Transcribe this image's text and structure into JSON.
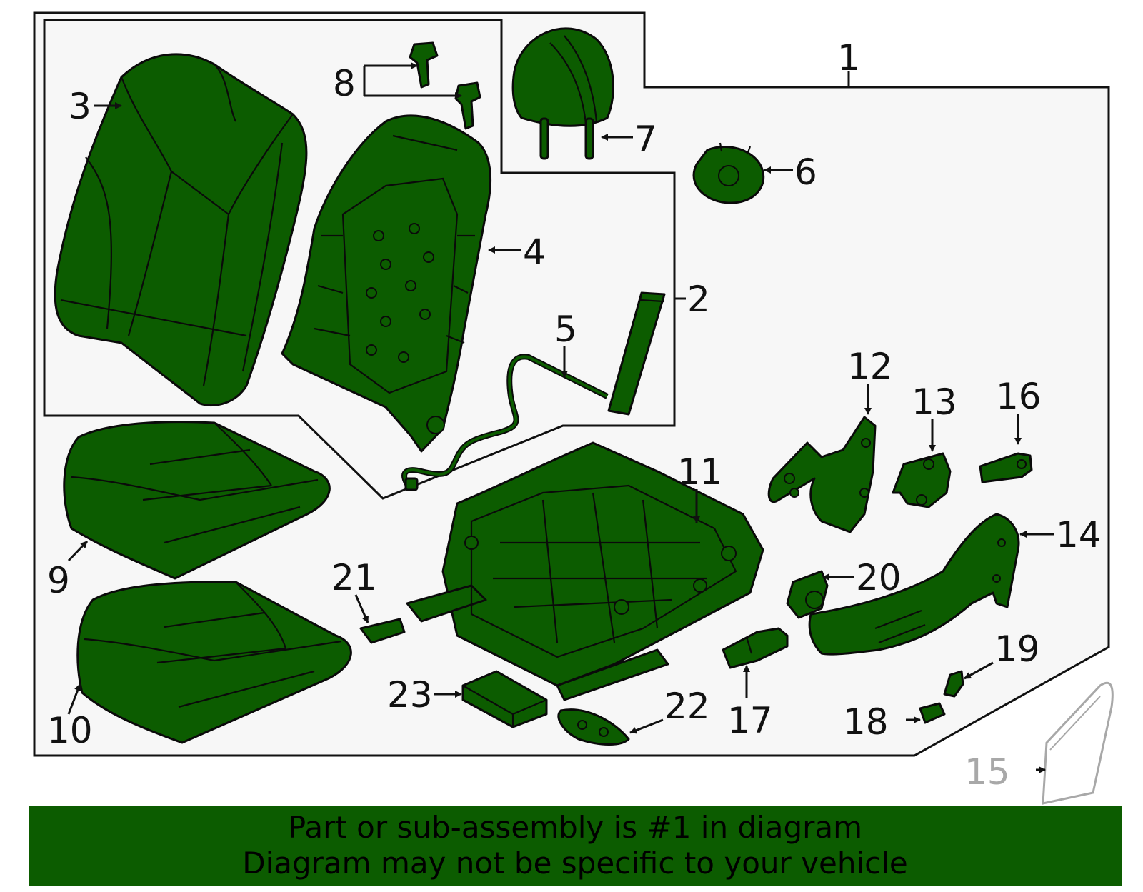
{
  "callouts": [
    "1",
    "2",
    "3",
    "4",
    "5",
    "6",
    "7",
    "8",
    "9",
    "10",
    "11",
    "12",
    "13",
    "14",
    "15",
    "16",
    "17",
    "18",
    "19",
    "20",
    "21",
    "22",
    "23"
  ],
  "notice": {
    "line1": "Part or sub-assembly is #1 in diagram",
    "line2": "Diagram may not be specific to your vehicle"
  },
  "colors": {
    "part_fill": "#0c5c00",
    "banner_fill": "#0c5c00",
    "reference_part": "#a8a8a8"
  }
}
